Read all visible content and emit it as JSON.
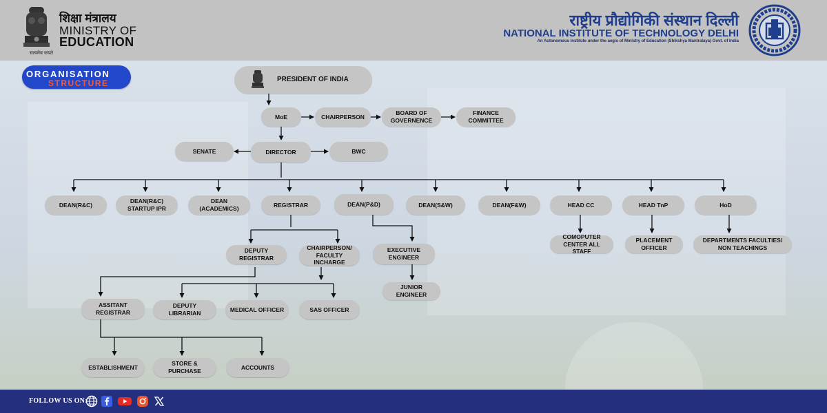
{
  "header": {
    "moe_hindi": "शिक्षा मंत्रालय",
    "moe_line1": "MINISTRY OF",
    "moe_line2": "EDUCATION",
    "moe_motto": "सत्यमेव जयते",
    "nit_hindi": "राष्ट्रीय प्रौद्योगिकी संस्थान दिल्ली",
    "nit_english": "NATIONAL INSTITUTE OF TECHNOLOGY DELHI",
    "nit_subtitle": "An Autonomous Institute under the aegis of Ministry of Education (Shikshya Mantralaya) Govt. of India"
  },
  "badge": {
    "line1": "ORGANISATION",
    "line2": "STRUCTURE"
  },
  "chart": {
    "nodes": {
      "president": "PRESIDENT OF INDIA",
      "moe": "MoE",
      "chairperson": "CHAIRPERSON",
      "board": "BOARD OF GOVERNENCE",
      "finance": "FINANCE COMMITTEE",
      "senate": "SENATE",
      "director": "DIRECTOR",
      "bwc": "BWC",
      "dean_rc": "DEAN(R&C)",
      "dean_rc_startup": "DEAN(R&C) STARTUP IPR",
      "dean_academics": "DEAN (ACADEMICS)",
      "registrar": "REGISTRAR",
      "dean_pd": "DEAN(P&D)",
      "dean_sw": "DEAN(S&W)",
      "dean_fw": "DEAN(F&W)",
      "head_cc": "HEAD CC",
      "head_tnp": "HEAD TnP",
      "hod": "HoD",
      "computer_center": "COMOPUTER CENTER ALL STAFF",
      "placement_officer": "PLACEMENT OFFICER",
      "departments": "DEPARTMENTS FACULTIES/ NON TEACHINGS",
      "deputy_registrar": "DEPUTY REGISTRAR",
      "chairperson_faculty": "CHAIRPERSON/ FACULTY INCHARGE",
      "executive_engineer": "EXECUTIVE ENGINEER",
      "junior_engineer": "JUNIOR ENGINEER",
      "assistant_registrar": "ASSITANT REGISTRAR",
      "deputy_librarian": "DEPUTY LIBRARIAN",
      "medical_officer": "MEDICAL OFFICER",
      "sas_officer": "SAS OFFICER",
      "establishment": "ESTABLISHMENT",
      "store_purchase": "STORE & PURCHASE",
      "accounts": "ACCOUNTS"
    }
  },
  "footer": {
    "follow_label": "FOLLOW US ON:",
    "social_icons": [
      "globe-icon",
      "facebook-icon",
      "youtube-icon",
      "instagram-icon",
      "x-icon"
    ]
  },
  "colors": {
    "header_bg": "#c2c2c2",
    "footer_bg": "#24307e",
    "badge_bg": "#2347c9",
    "badge_accent": "#ff5a2e",
    "node_bg": "#c5c5c5",
    "nit_blue": "#1f3f8c"
  }
}
